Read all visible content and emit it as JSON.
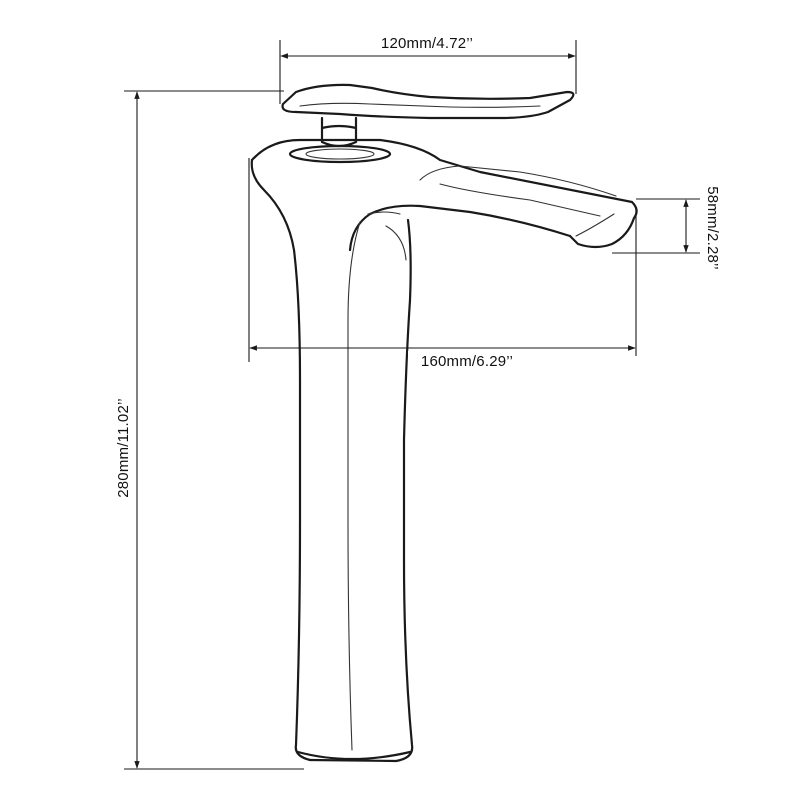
{
  "diagram": {
    "subject": "faucet",
    "dimensions": {
      "handle_width": "120mm/4.72’’",
      "spout_reach": "160mm/6.29’’",
      "spout_height": "58mm/2.28’’",
      "total_height": "280mm/11.02’’"
    },
    "colors": {
      "line": "#1a1a1a",
      "background": "#ffffff"
    }
  }
}
